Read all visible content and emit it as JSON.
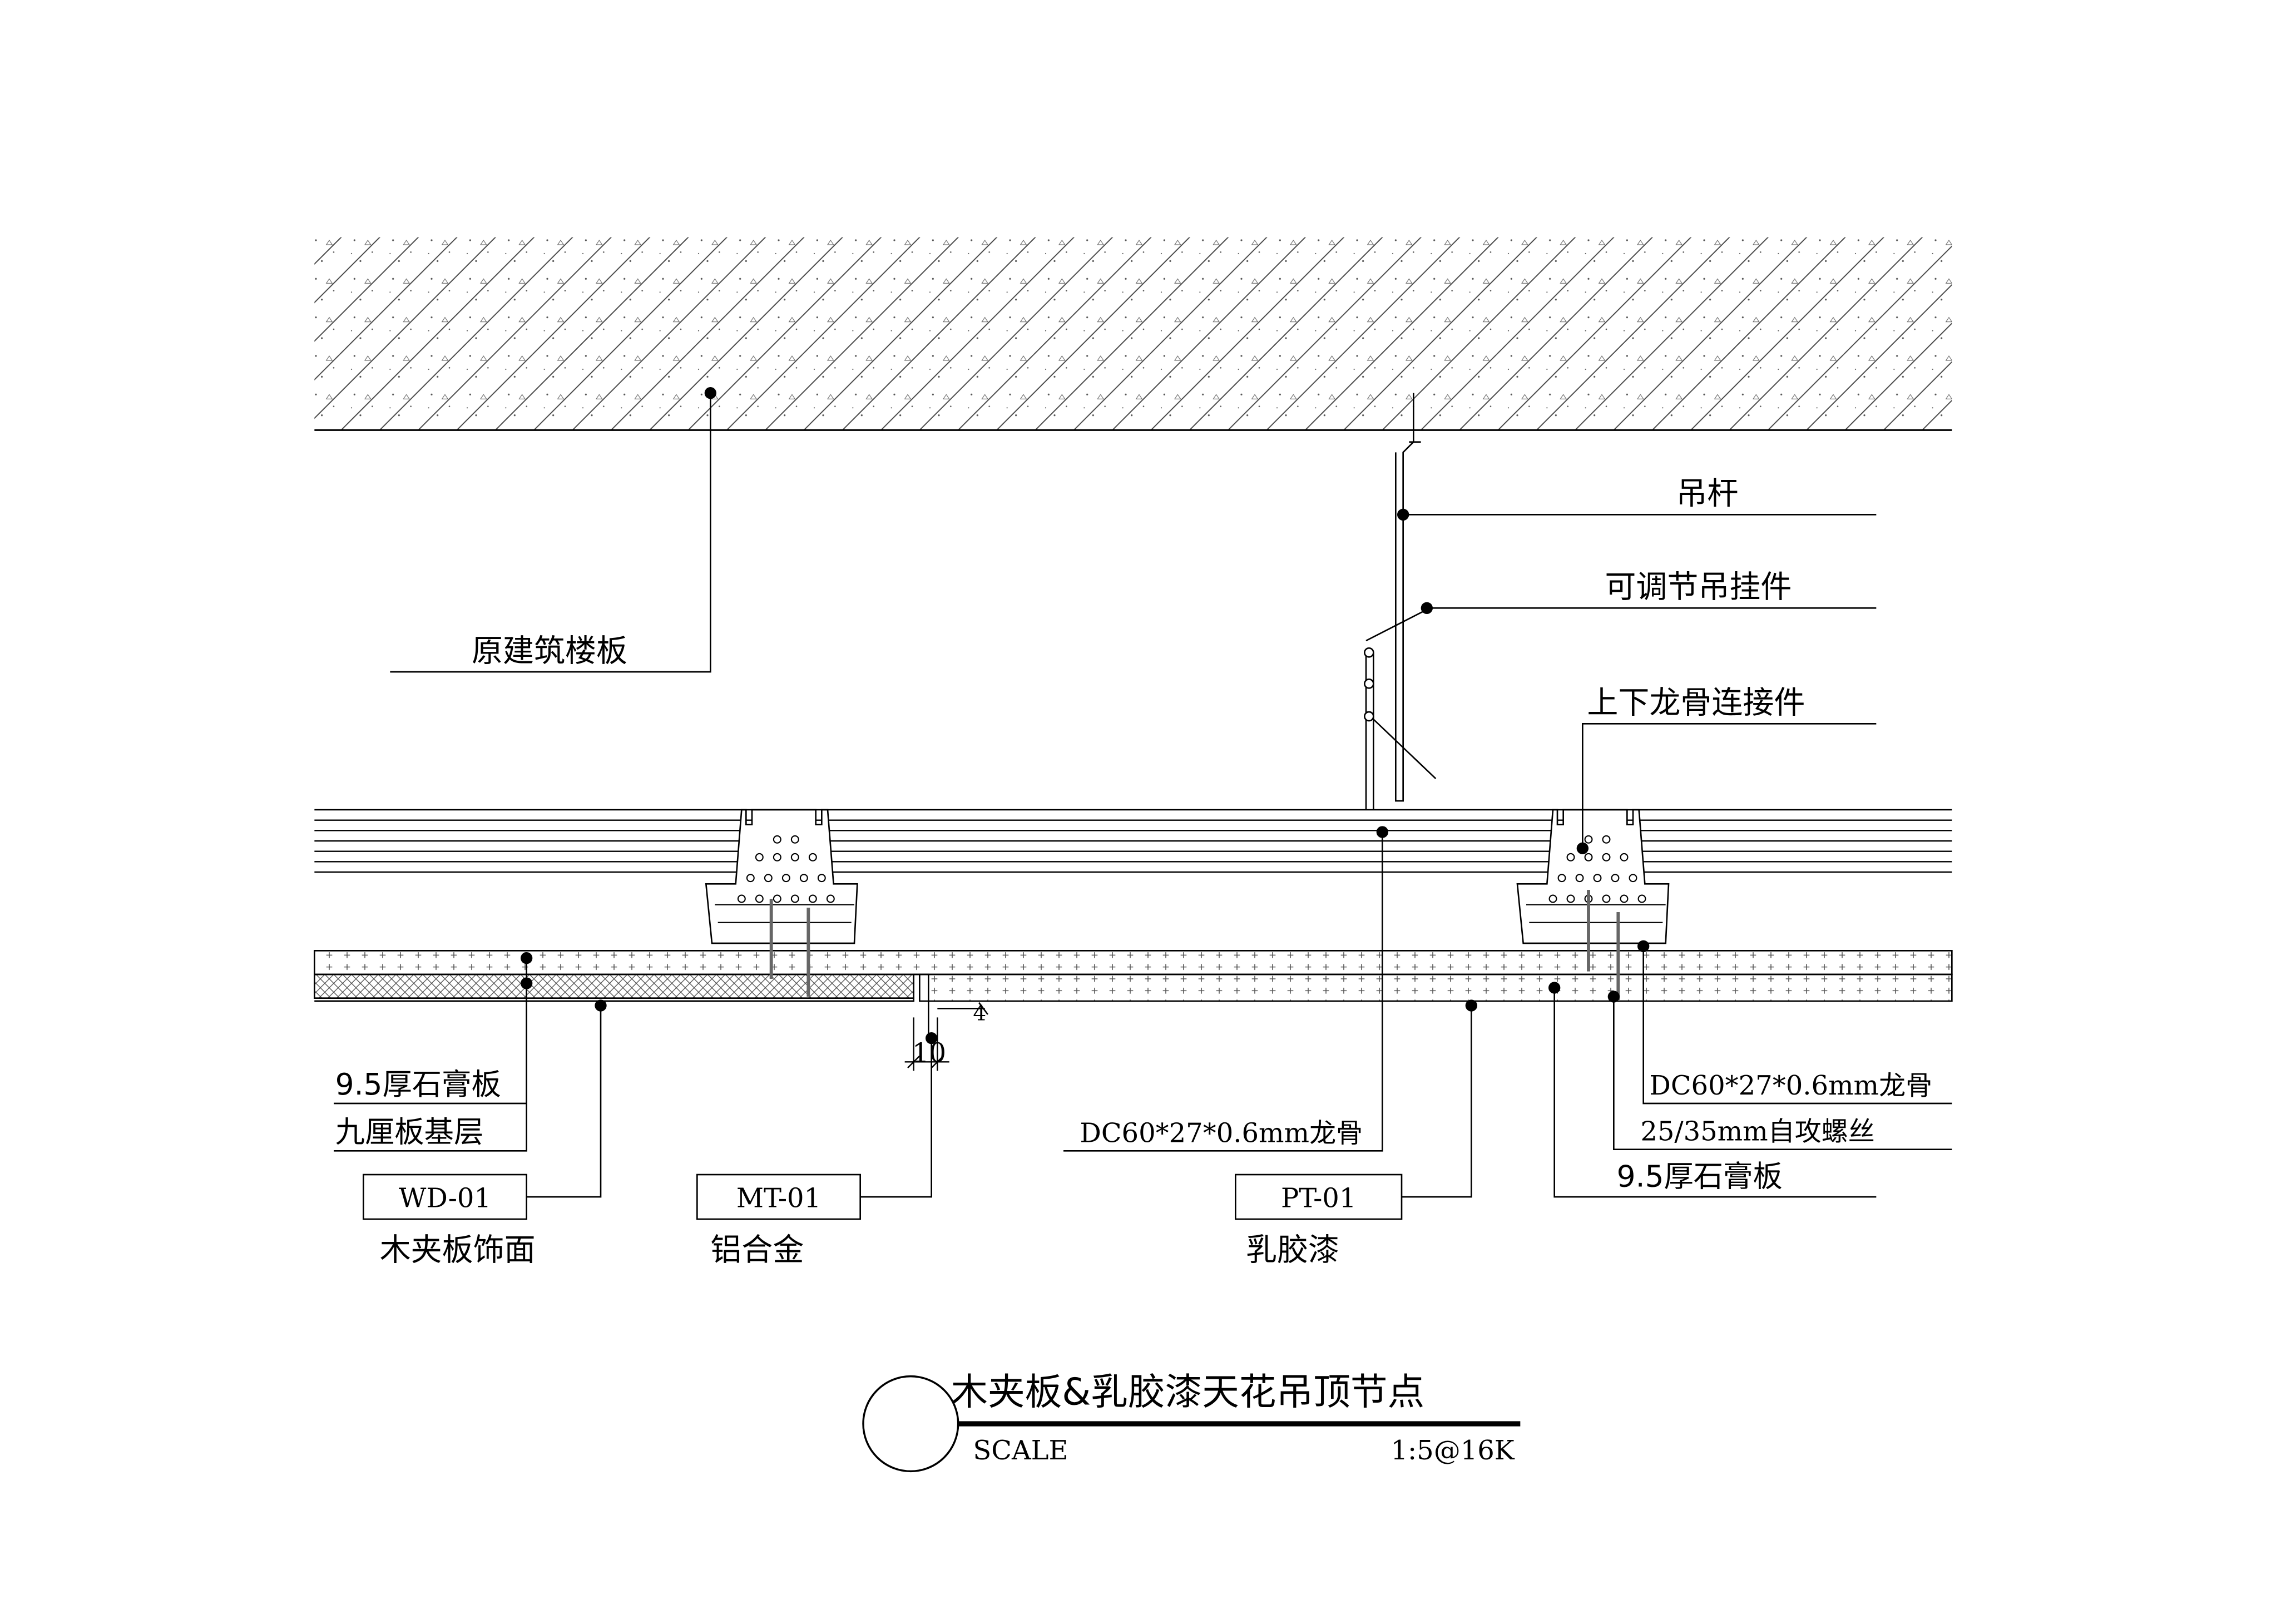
{
  "labels": {
    "floor_slab": "原建筑楼板",
    "hanger_rod": "吊杆",
    "adjustable_hanger": "可调节吊挂件",
    "keel_connector": "上下龙骨连接件",
    "gypsum_left": "9.5厚石膏板",
    "plywood_base": "九厘板基层",
    "keel_main": "DC60*27*0.6mm龙骨",
    "keel_right": "DC60*27*0.6mm龙骨",
    "screw": "25/35mm自攻螺丝",
    "gypsum_right": "9.5厚石膏板"
  },
  "tags": {
    "wd": {
      "code": "WD-01",
      "desc": "木夹板饰面"
    },
    "mt": {
      "code": "MT-01",
      "desc": "铝合金"
    },
    "pt": {
      "code": "PT-01",
      "desc": "乳胶漆"
    }
  },
  "dimensions": {
    "gap": "10",
    "step": "4"
  },
  "title": {
    "main": "木夹板&乳胶漆天花吊顶节点",
    "scale_label": "SCALE",
    "scale_value": "1:5@16K"
  },
  "colors": {
    "line": "#000000",
    "screw": "#666666",
    "hatch": "#777777"
  }
}
